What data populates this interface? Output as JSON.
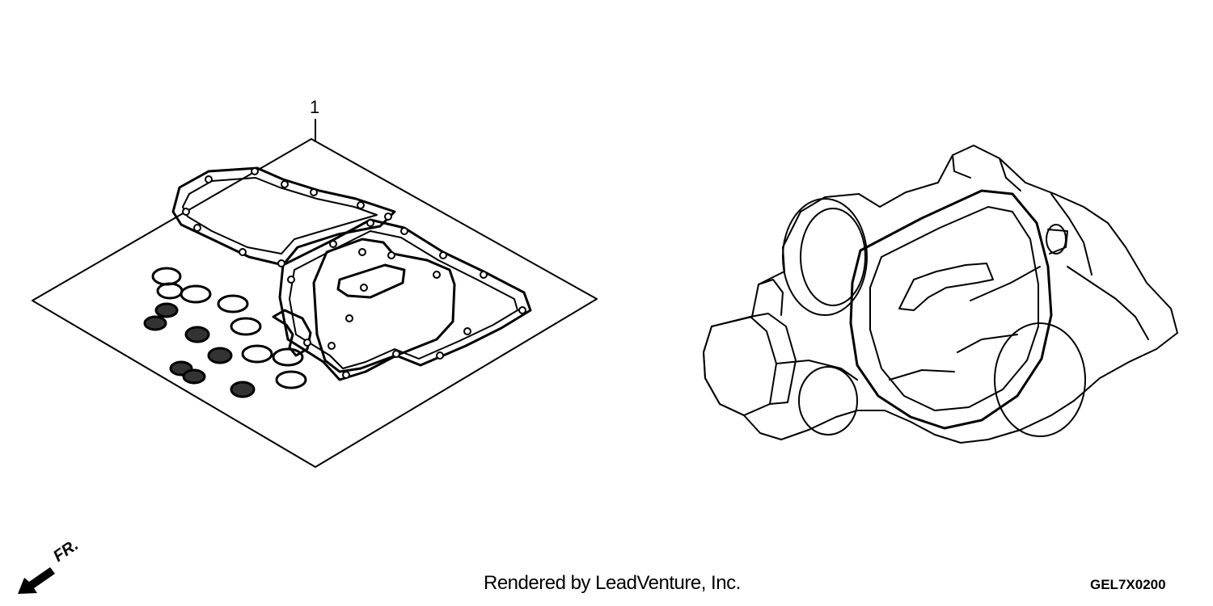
{
  "parts": [
    {
      "ref": "1"
    }
  ],
  "front_indicator": {
    "label": "FR."
  },
  "footer": {
    "credit": "Rendered by LeadVenture, Inc.",
    "diagram_code": "GEL7X0200"
  }
}
